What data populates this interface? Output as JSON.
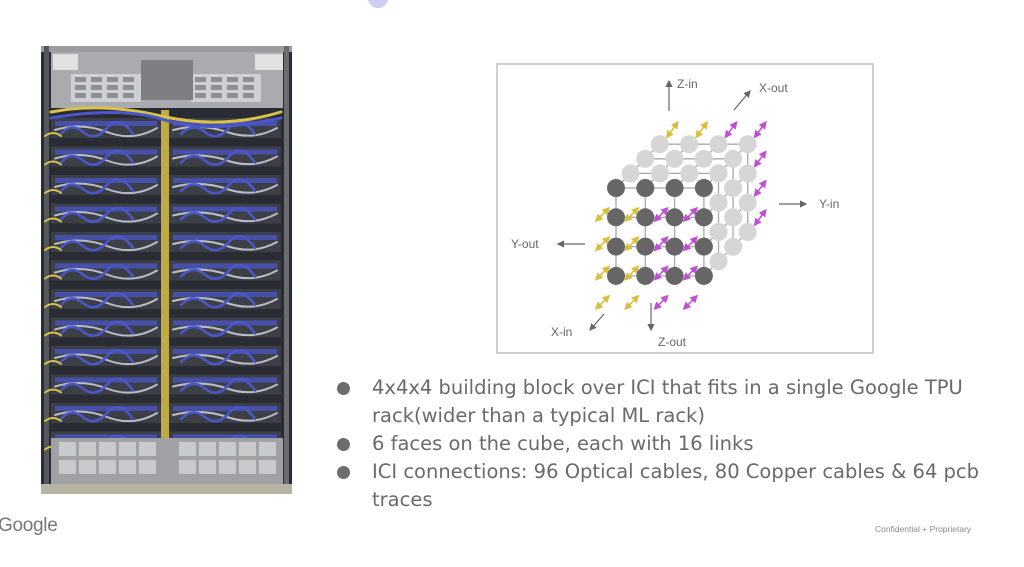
{
  "slide": {
    "title_faded": "",
    "accent_color": "#6b6fd6"
  },
  "rack_photo": {
    "alt": "TPU rack photo with cabling",
    "colors": {
      "frame": "#2a2c33",
      "blue_cables": "#4b57c9",
      "yellow_cables": "#d8c24a",
      "grey_cables": "#b9bcc4",
      "chassis": "#8b8e93"
    }
  },
  "diagram": {
    "labels": {
      "z_in": "Z-in",
      "x_out": "X-out",
      "y_in": "Y-in",
      "y_out": "Y-out",
      "x_in": "X-in",
      "z_out": "Z-out"
    },
    "colors": {
      "front_node": "#666666",
      "back_node": "#d6d6d6",
      "edge": "#a8a8a8",
      "yellow_link": "#d9bf3c",
      "magenta_link": "#c04fd6",
      "axis_arrow": "#666666"
    },
    "grid_size": 4
  },
  "bullets": [
    {
      "text": "4x4x4 building block over ICI that fits in a single Google TPU rack(wider than a typical ML rack)"
    },
    {
      "text": "6 faces on the cube, each with 16 links"
    },
    {
      "text": "ICI connections: 96 Optical cables, 80 Copper cables & 64 pcb traces"
    }
  ],
  "footer": {
    "logo": "Google",
    "confidential": "Confidential + Proprietary"
  }
}
